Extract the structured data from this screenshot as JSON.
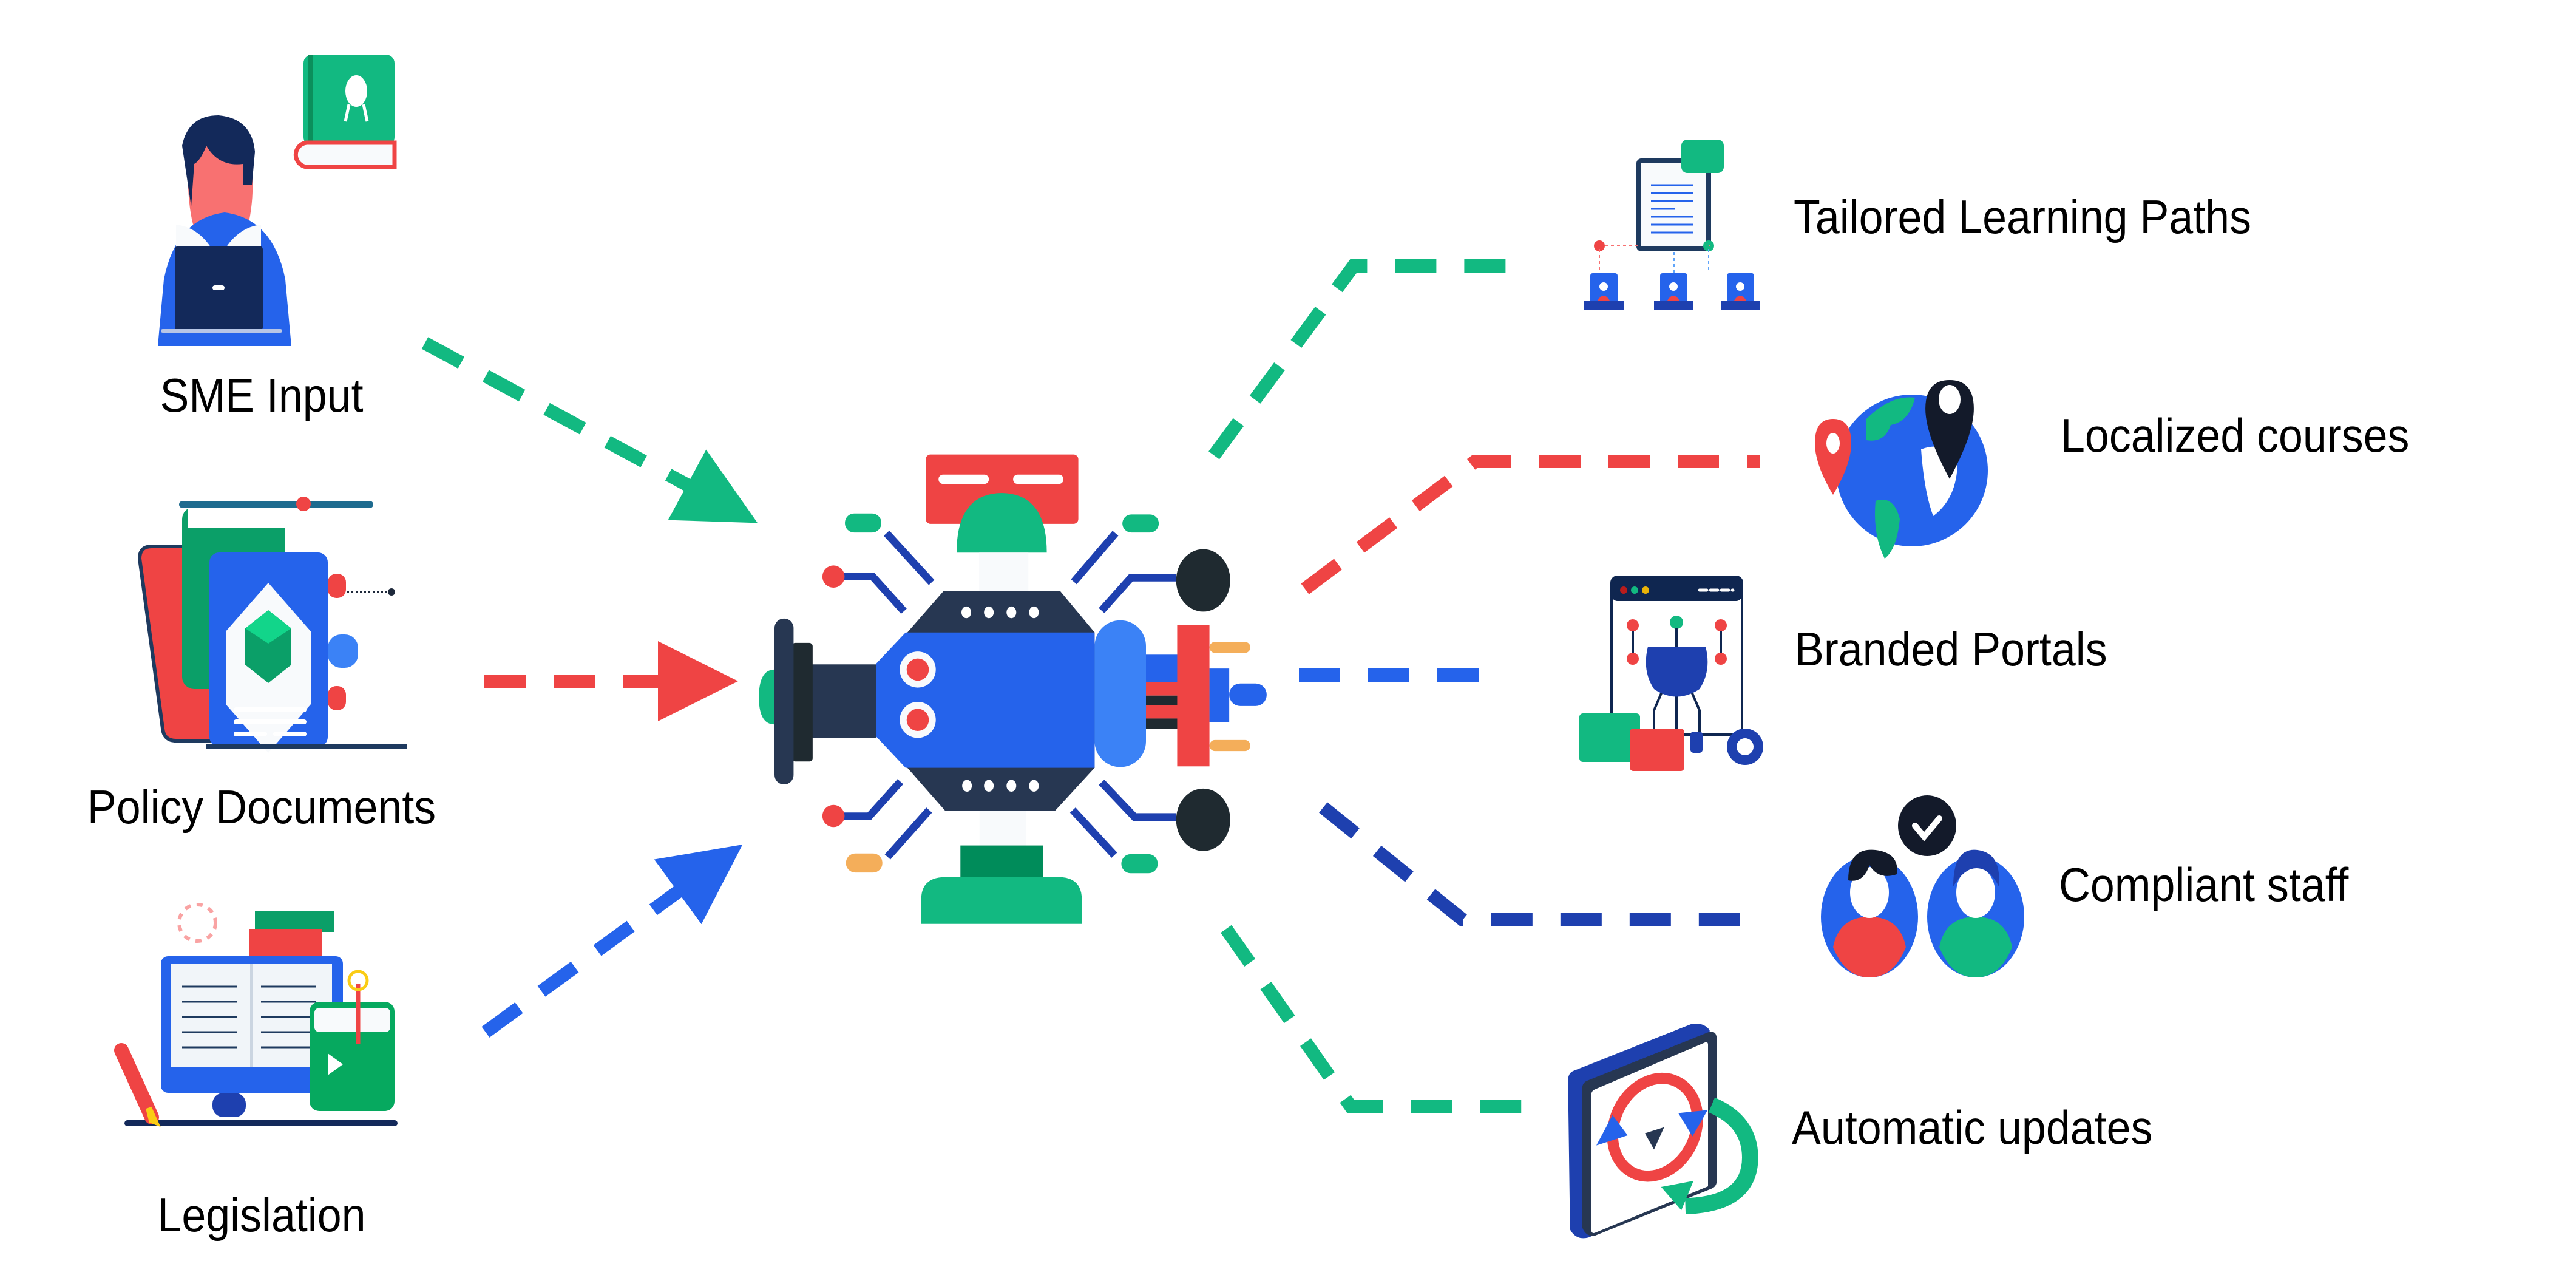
{
  "diagram": {
    "title": "AI course generation flow",
    "colors": {
      "green": "#12B981",
      "red": "#EF4444",
      "blue": "#2563EB",
      "navy": "#1E40AF",
      "dark": "#1E293B",
      "light_blue": "#3B82F6",
      "orange": "#F4AE5A"
    },
    "inputs": [
      {
        "id": "sme-input",
        "label": "SME Input",
        "icon": "person-laptop-book-icon",
        "connector_color": "green"
      },
      {
        "id": "policy-documents",
        "label": "Policy Documents",
        "icon": "policy-book-icon",
        "connector_color": "red"
      },
      {
        "id": "legislation",
        "label": "Legislation",
        "icon": "legislation-books-icon",
        "connector_color": "blue"
      }
    ],
    "processor": {
      "icon": "robot-processor-icon"
    },
    "outputs": [
      {
        "id": "tailored-learning-paths",
        "label": "Tailored Learning Paths",
        "icon": "learning-hierarchy-icon",
        "connector_color": "green"
      },
      {
        "id": "localized-courses",
        "label": "Localized courses",
        "icon": "globe-pins-icon",
        "connector_color": "red"
      },
      {
        "id": "branded-portals",
        "label": "Branded Portals",
        "icon": "browser-robot-icon",
        "connector_color": "blue"
      },
      {
        "id": "compliant-staff",
        "label": "Compliant staff",
        "icon": "staff-check-icon",
        "connector_color": "navy"
      },
      {
        "id": "automatic-updates",
        "label": "Automatic updates",
        "icon": "refresh-screen-icon",
        "connector_color": "green"
      }
    ]
  }
}
